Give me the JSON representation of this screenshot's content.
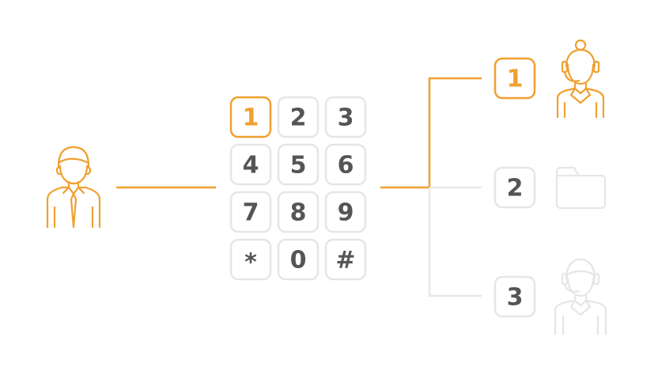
{
  "colors": {
    "accent": "#f0a030",
    "key_border": "#e6e6e6",
    "key_text": "#555555",
    "faded_line": "#e8e8e8",
    "faded_icon": "#e6e6e6"
  },
  "keypad": {
    "keys": [
      "1",
      "2",
      "3",
      "4",
      "5",
      "6",
      "7",
      "8",
      "9",
      "*",
      "0",
      "#"
    ],
    "selected": "1"
  },
  "options": [
    {
      "label": "1",
      "icon": "agent-female-icon",
      "active": true
    },
    {
      "label": "2",
      "icon": "folder-icon",
      "active": false
    },
    {
      "label": "3",
      "icon": "agent-male-icon",
      "active": false
    }
  ],
  "caller": {
    "icon": "caller-male-icon"
  }
}
